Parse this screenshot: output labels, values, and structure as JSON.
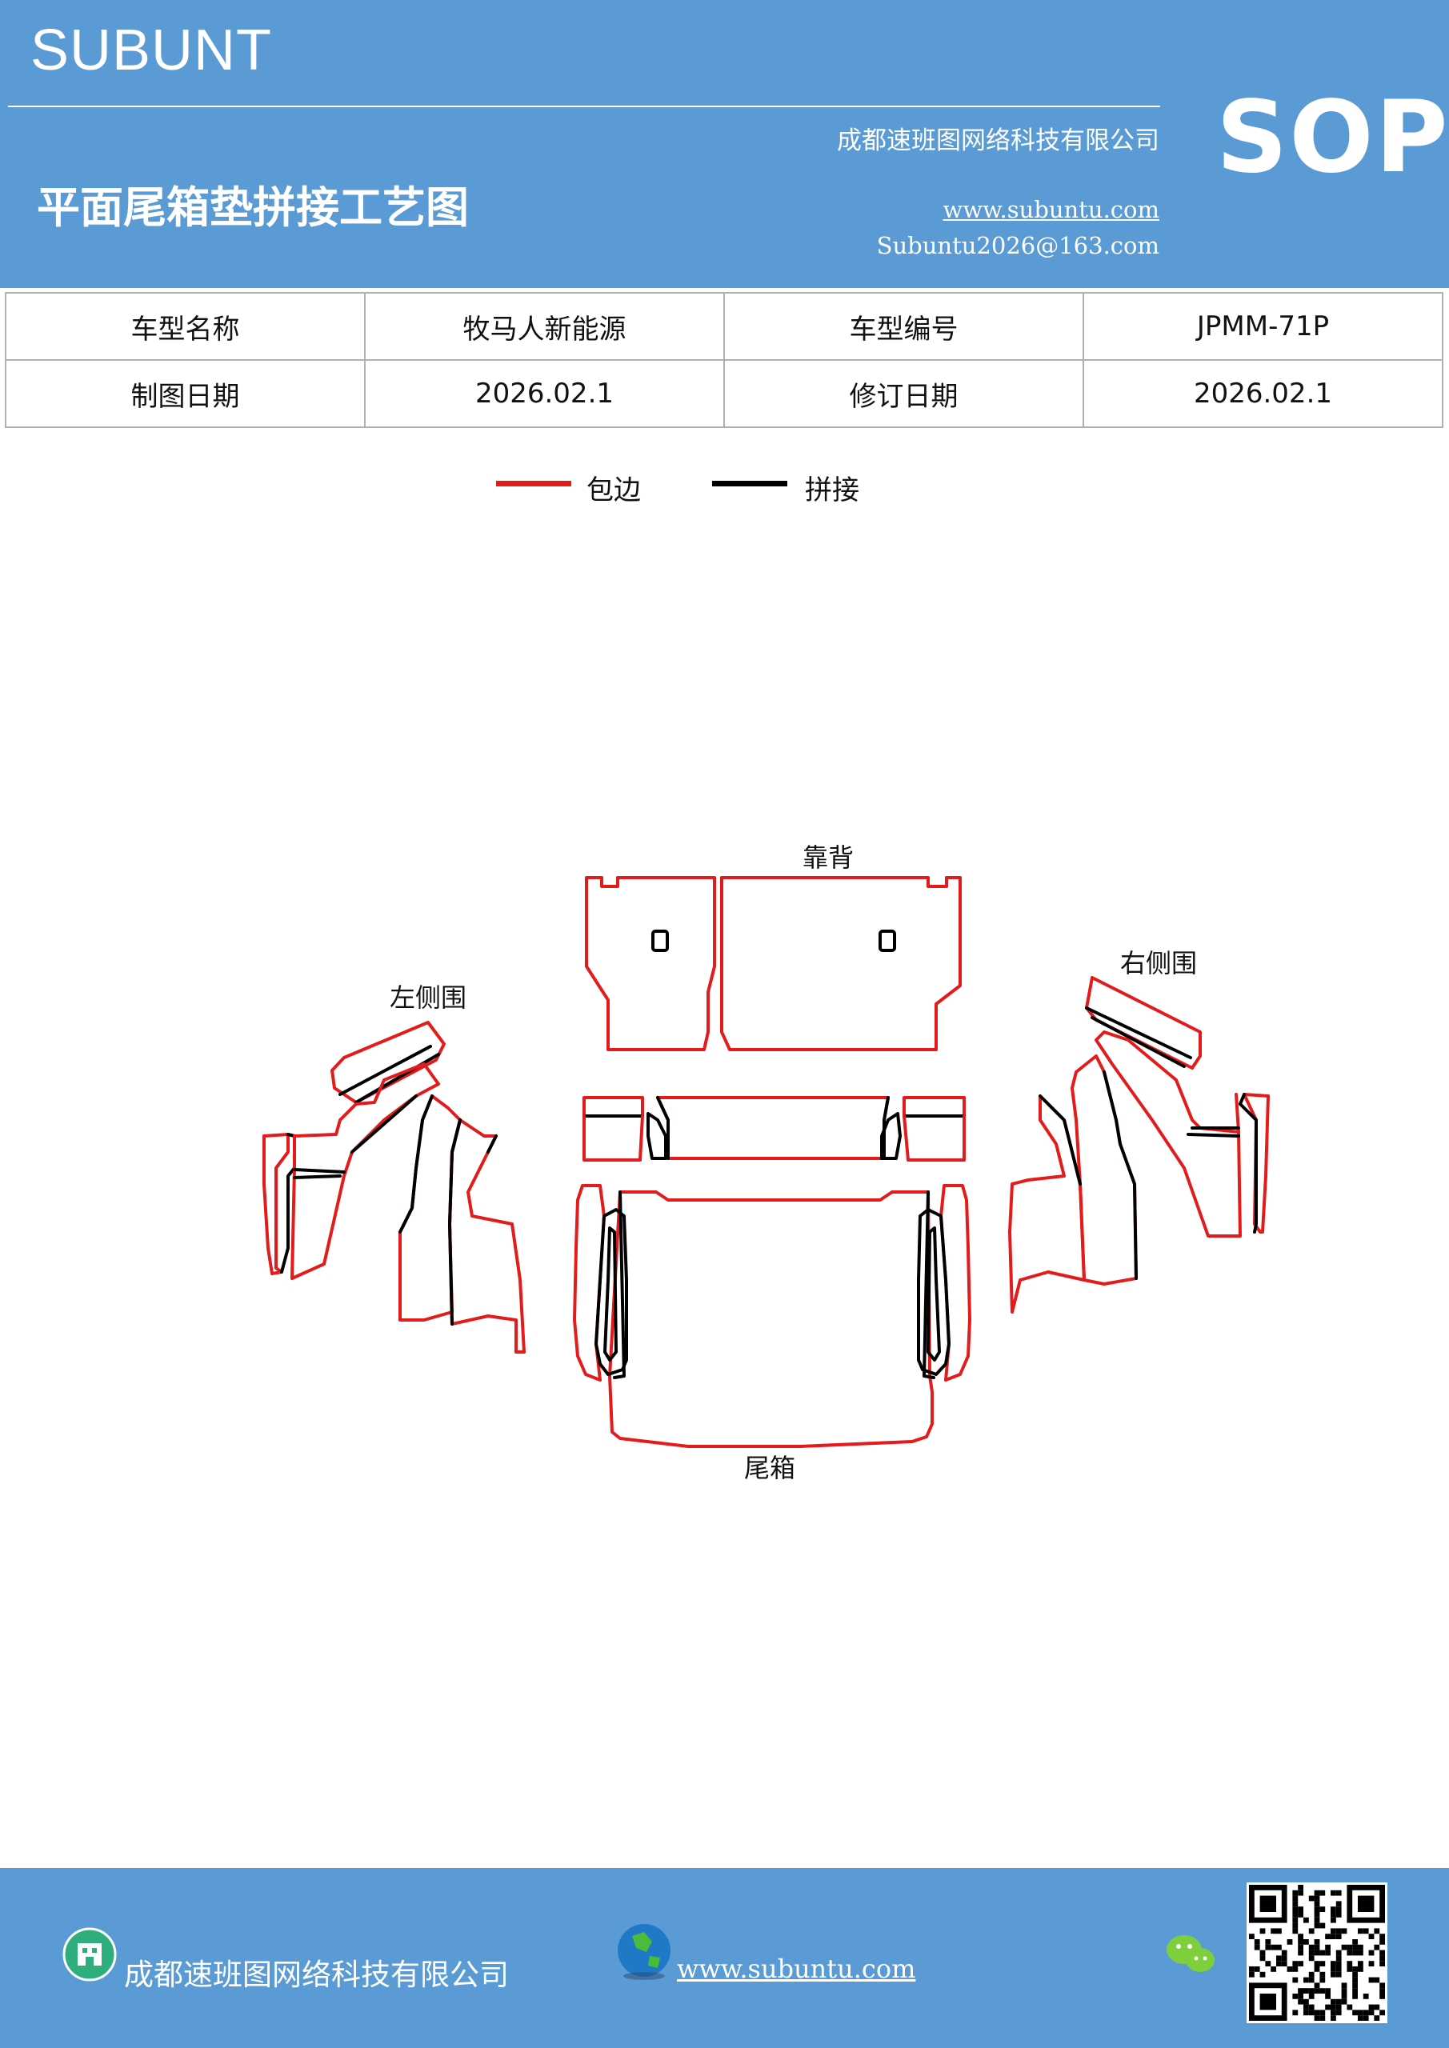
{
  "header": {
    "brand": "SUBUNT",
    "company": "成都速班图网络科技有限公司",
    "title": "平面尾箱垫拼接工艺图",
    "website": "www.subuntu.com",
    "email": "Subuntu2026@163.com",
    "badge": "SOP"
  },
  "info_table": {
    "model_name_label": "车型名称",
    "model_name": "牧马人新能源",
    "model_code_label": "车型编号",
    "model_code": "JPMM-71P",
    "draw_date_label": "制图日期",
    "draw_date": "2026.02.1",
    "revise_date_label": "修订日期",
    "revise_date": "2026.02.1"
  },
  "legend": {
    "edge_label": "包边",
    "edge_color": "#e31b1b",
    "seam_label": "拼接",
    "seam_color": "#000000"
  },
  "diagram": {
    "backrest_label": "靠背",
    "left_side_label": "左侧围",
    "right_side_label": "右侧围",
    "trunk_label": "尾箱"
  },
  "footer": {
    "company": "成都速班图网络科技有限公司",
    "website": "www.subuntu.com",
    "building_icon": "building-icon",
    "globe_icon": "globe-icon",
    "wechat_icon": "wechat-icon"
  }
}
